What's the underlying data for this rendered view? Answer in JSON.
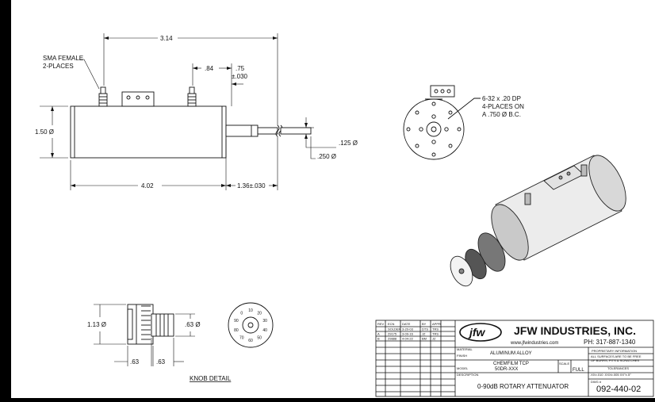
{
  "front_view": {
    "sma_label_line1": "SMA FEMALE",
    "sma_label_line2": "2-PLACES",
    "overall_length": "3.14",
    "conn_spacing": ".84",
    "shaft_offset_1": ".75",
    "shaft_offset_2": "±.030",
    "body_dia": "1.50 Ø",
    "shaft_dia": ".125 Ø",
    "collar_dia": ".250 Ø",
    "body_length": "4.02",
    "shaft_length": "1.36±.030"
  },
  "end_view": {
    "hole_label_1": "6-32 x .20 DP",
    "hole_label_2": "4-PLACES ON",
    "hole_label_3": "A .750 Ø B.C."
  },
  "knob_detail": {
    "title": "KNOB DETAIL",
    "dia_large": "1.13 Ø",
    "dia_small": ".63 Ø",
    "width_1": ".63",
    "width_2": ".63",
    "dial_marks": [
      "10",
      "20",
      "30",
      "40",
      "50",
      "60",
      "70",
      "80",
      "90",
      "0"
    ]
  },
  "title_block": {
    "company": "JFW INDUSTRIES, INC.",
    "logo_text": "jfw",
    "website": "www.jfwindustries.com",
    "phone": "PH: 317-887-1340",
    "rev_headers": [
      "REV",
      "ECN",
      "DATE",
      "BY",
      "APPR"
    ],
    "rev_rows": [
      [
        "",
        "SOLDER",
        "3-20-03",
        "DTS",
        "TRS"
      ],
      [
        "A",
        "29175",
        "3-09-16",
        "JZ",
        "TRS"
      ],
      [
        "B",
        "29888",
        "4-04-22",
        "BM",
        "JZ"
      ]
    ],
    "material_label": "MATERIAL",
    "material": "ALUMINUM ALLOY",
    "finish_label": "FINISH",
    "finish": "CHEMFILM TCP",
    "model_label": "MODEL",
    "model": "50DR-XXX",
    "scale_label": "SCALE",
    "scale": "FULL",
    "description_label": "DESCRIPTION",
    "description": "0-90dB ROTARY ATTENUATOR",
    "dwg_label": "DWG #",
    "dwg_no": "092-440-02",
    "prop_info": "PROPRIETARY INFORMATION",
    "note_1": "ALL SURFACES ARE TO BE FREE",
    "note_2": "OF BURRS, PITS & SCRATCHES",
    "tol_label": "TOLERANCES",
    "tol_values": ".XX±.010  .XXX±.005  XX°±.5°"
  }
}
